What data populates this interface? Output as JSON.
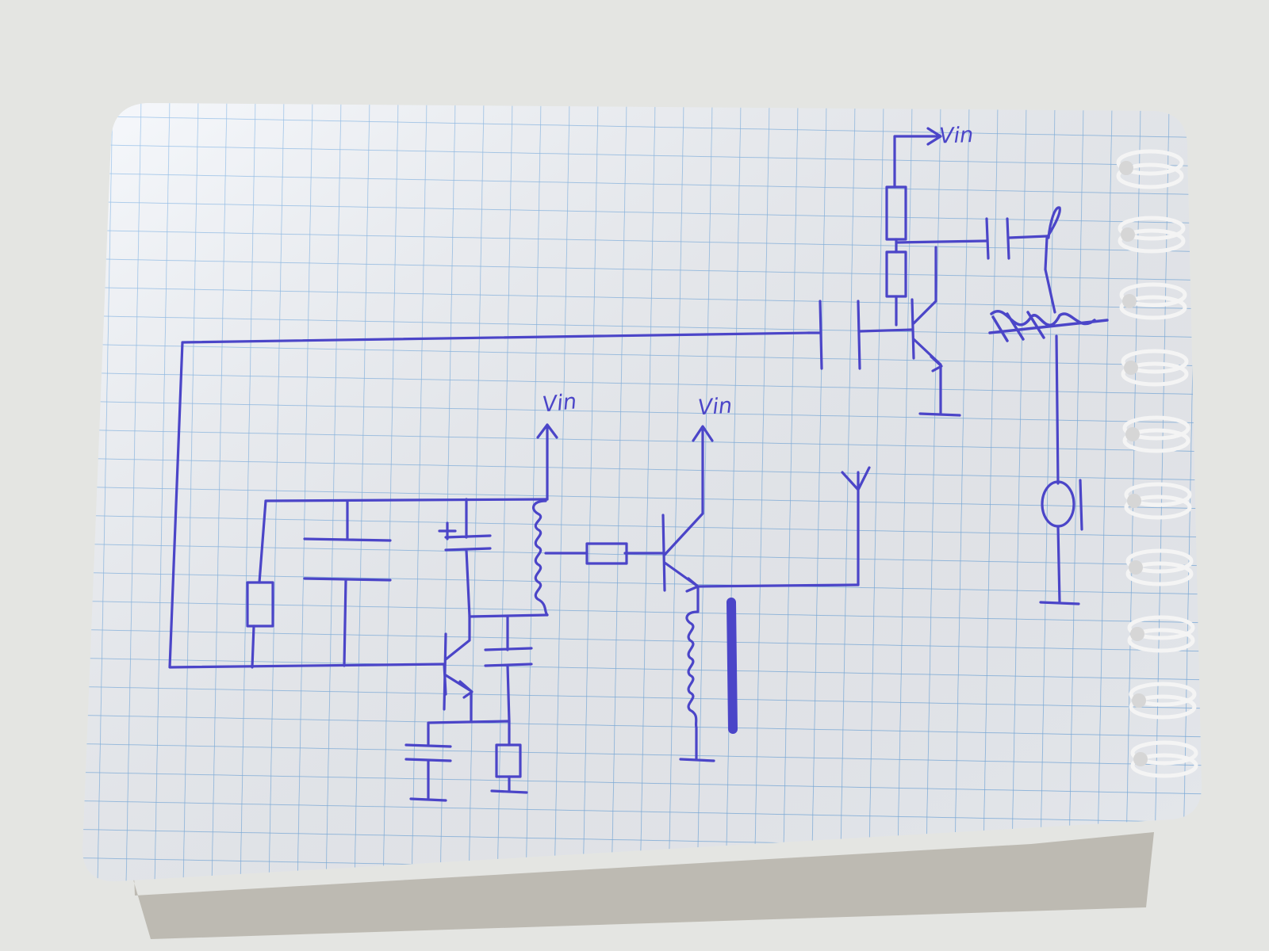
{
  "colors": {
    "ink": "#4b45c8",
    "grid": "#7fb3e6",
    "paper": "#f3f6fb",
    "table": "#e4e5e2",
    "cardboard": "#bdbab2",
    "spiral": "#f4f4f4"
  },
  "labels": {
    "vin_top": "Vin",
    "vin_left": "Vin",
    "vin_mid": "Vin"
  }
}
